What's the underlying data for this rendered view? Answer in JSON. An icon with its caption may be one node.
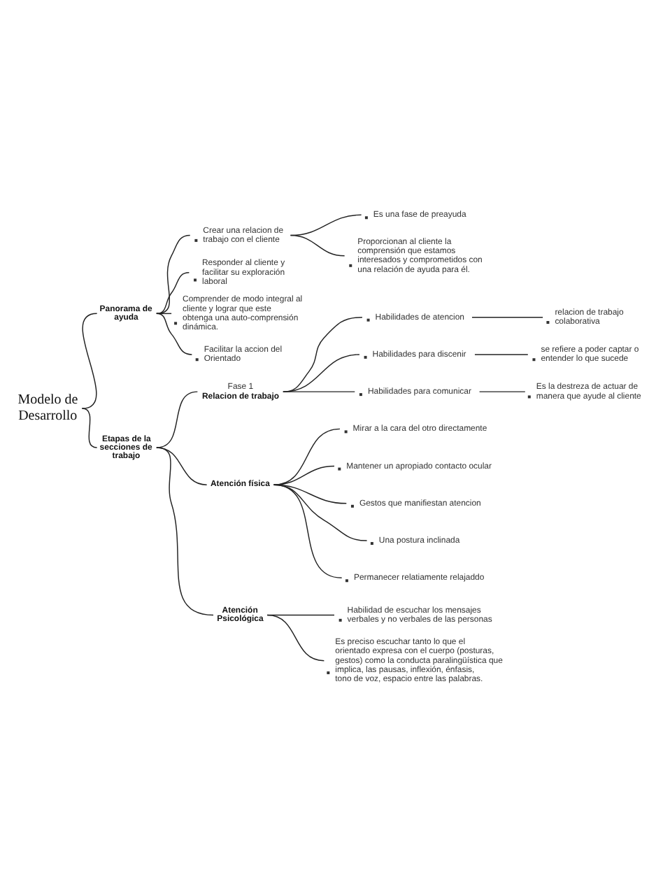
{
  "diagram": {
    "nodes": [
      {
        "text": [
          "Modelo de Desarrollo"
        ]
      },
      {
        "text": [
          "Panorama de ayuda"
        ]
      },
      {
        "text": [
          "Crear una relacion de trabajo con el cliente"
        ]
      },
      {
        "text": [
          "Es una fase de preayuda"
        ]
      },
      {
        "text": [
          "Proporcionan al cliente la comprensión que estamos interesados y comprometidos con una relación de ayuda para él."
        ]
      },
      {
        "text": [
          "Responder al cliente y facilitar su exploración laboral"
        ]
      },
      {
        "text": [
          "Comprender de modo integral al cliente y lograr que este obtenga una auto-comprensión dinámica."
        ]
      },
      {
        "text": [
          "Facilitar la accion del Orientado"
        ]
      },
      {
        "text": [
          "Etapas de la secciones de trabajo"
        ]
      },
      {
        "text": [
          "Fase 1",
          "Relacion de trabajo"
        ]
      },
      {
        "text": [
          "Habilidades de atencion"
        ]
      },
      {
        "text": [
          "relacion de trabajo colaborativa"
        ]
      },
      {
        "text": [
          "Habilidades para discenir"
        ]
      },
      {
        "text": [
          "se refiere a poder captar o entender lo que sucede"
        ]
      },
      {
        "text": [
          "Habilidades para comunicar"
        ]
      },
      {
        "text": [
          "Es la destreza de actuar de manera que ayude al cliente"
        ]
      },
      {
        "text": [
          "Atención física"
        ]
      },
      {
        "text": [
          "Mirar a la cara del otro directamente"
        ]
      },
      {
        "text": [
          "Mantener un apropiado contacto ocular"
        ]
      },
      {
        "text": [
          "Gestos que manifiestan atencion"
        ]
      },
      {
        "text": [
          "Una postura inclinada"
        ]
      },
      {
        "text": [
          "Permanecer relatiamente relajaddo"
        ]
      },
      {
        "text": [
          "Atención Psicológica"
        ]
      },
      {
        "text": [
          "Habilidad de escuchar los mensajes verbales y no verbales de las personas"
        ]
      },
      {
        "text": [
          "Es preciso escuchar tanto lo que el orientado expresa con el cuerpo (posturas, gestos) como la conducta paralingüística que implica, las pausas, inflexión, énfasis, tono de voz, espacio entre las palabras."
        ]
      }
    ],
    "edges": [
      {
        "from": 0,
        "to": 1,
        "arrow": "none"
      },
      {
        "from": 0,
        "to": 8,
        "arrow": "none"
      },
      {
        "from": 1,
        "to": 2,
        "arrow": "none"
      },
      {
        "from": 1,
        "to": 5,
        "arrow": "none"
      },
      {
        "from": 1,
        "to": 6,
        "arrow": "none"
      },
      {
        "from": 1,
        "to": 7,
        "arrow": "none"
      },
      {
        "from": 2,
        "to": 3,
        "arrow": "none"
      },
      {
        "from": 2,
        "to": 4,
        "arrow": "none"
      },
      {
        "from": 8,
        "to": 9,
        "arrow": "none"
      },
      {
        "from": 8,
        "to": 16,
        "arrow": "none"
      },
      {
        "from": 8,
        "to": 22,
        "arrow": "none"
      },
      {
        "from": 9,
        "to": 10,
        "arrow": "none"
      },
      {
        "from": 9,
        "to": 12,
        "arrow": "none"
      },
      {
        "from": 9,
        "to": 14,
        "arrow": "none"
      },
      {
        "from": 10,
        "to": 11,
        "arrow": "none"
      },
      {
        "from": 12,
        "to": 13,
        "arrow": "none"
      },
      {
        "from": 14,
        "to": 15,
        "arrow": "none"
      },
      {
        "from": 16,
        "to": 17,
        "arrow": "none"
      },
      {
        "from": 16,
        "to": 18,
        "arrow": "none"
      },
      {
        "from": 16,
        "to": 19,
        "arrow": "none"
      },
      {
        "from": 16,
        "to": 20,
        "arrow": "none"
      },
      {
        "from": 16,
        "to": 21,
        "arrow": "none"
      },
      {
        "from": 22,
        "to": 23,
        "arrow": "none"
      },
      {
        "from": 22,
        "to": 24,
        "arrow": "none"
      }
    ]
  }
}
